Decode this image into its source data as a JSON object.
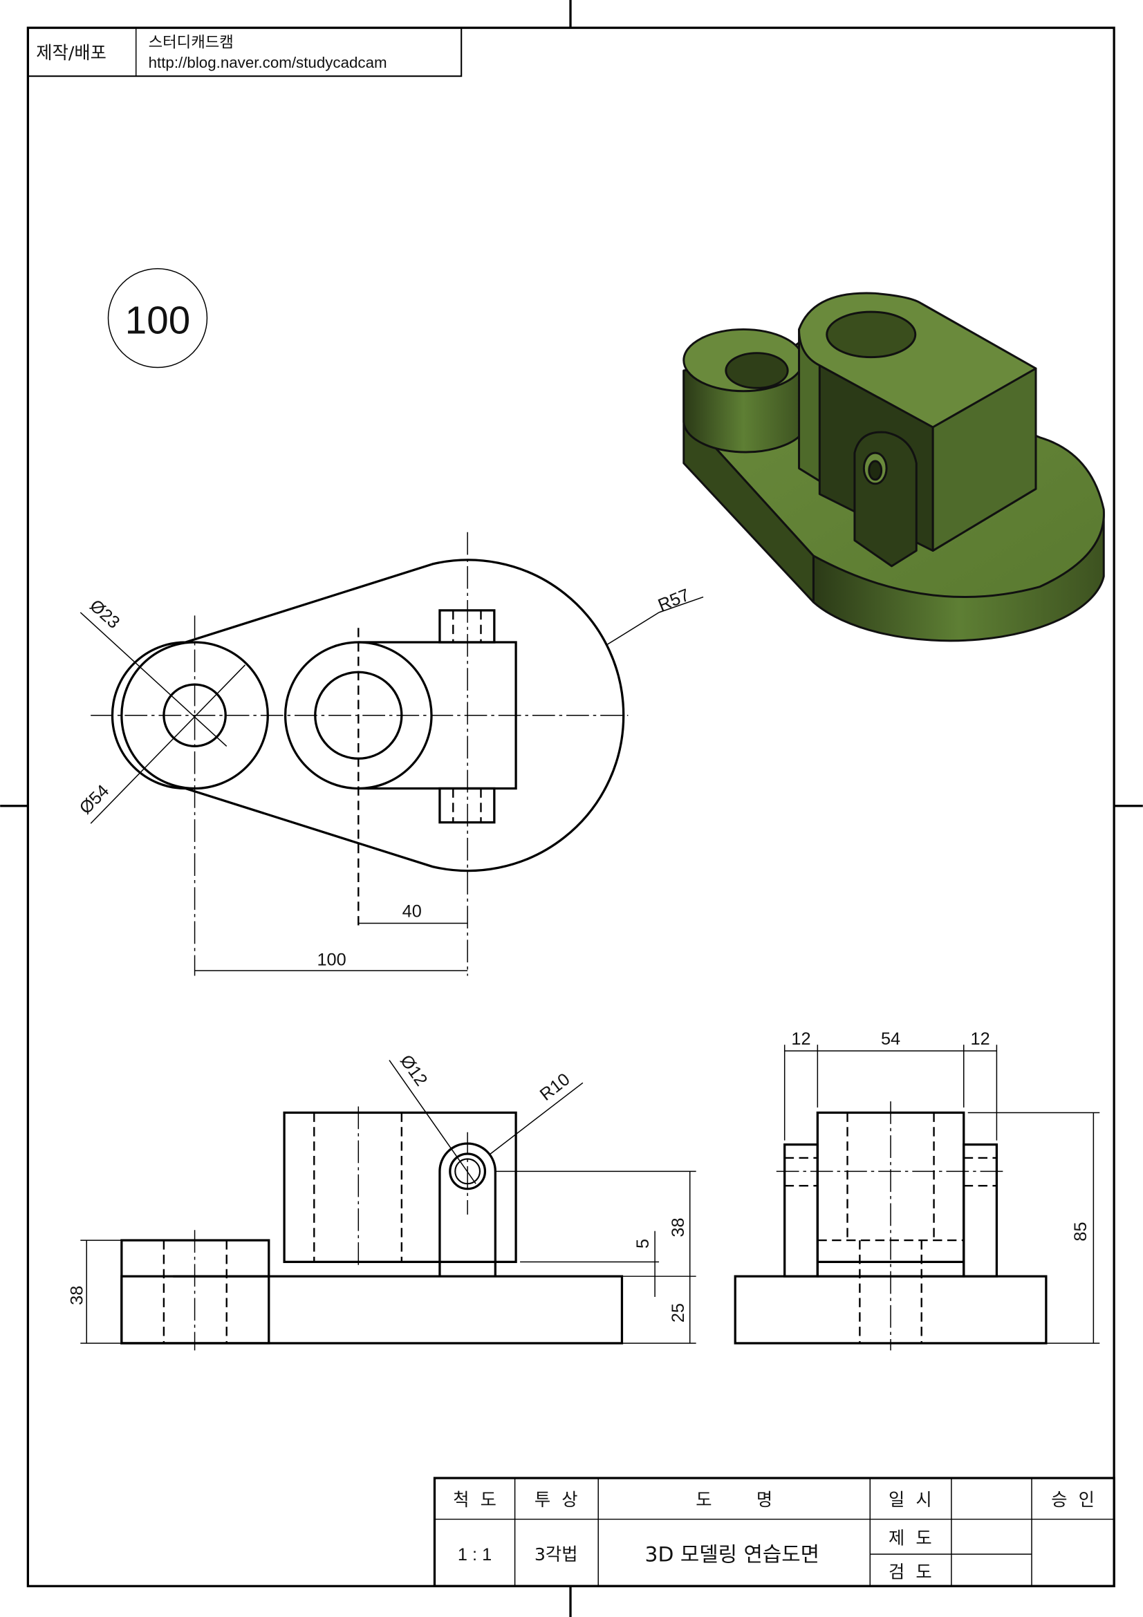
{
  "header": {
    "label": "제작/배포",
    "author": "스터디캐드캠",
    "url": "http://blog.naver.com/studycadcam"
  },
  "drawing_number": "100",
  "top_view": {
    "dims": {
      "d_small": "Ø23",
      "d_large": "Ø54",
      "radius": "R57",
      "offset": "40",
      "length": "100"
    }
  },
  "front_view": {
    "dims": {
      "hole": "Ø12",
      "radius": "R10",
      "gap": "5",
      "hole_height": "38",
      "base_height": "25",
      "left_height": "38"
    }
  },
  "side_view": {
    "dims": {
      "ear_left": "12",
      "width": "54",
      "ear_right": "12",
      "height": "85"
    }
  },
  "title_block": {
    "scale_label": "척  도",
    "scale_value": "1 : 1",
    "projection_label": "투  상",
    "projection_value": "3각법",
    "name_label": "도        명",
    "name_value": "3D 모델링 연습도면",
    "date_label": "일  시",
    "drawn_label": "제  도",
    "checked_label": "검  도",
    "approval_label": "승  인"
  },
  "colors": {
    "model_green": "#5e7f34",
    "model_dark": "#2b3a17",
    "line": "#000000"
  }
}
